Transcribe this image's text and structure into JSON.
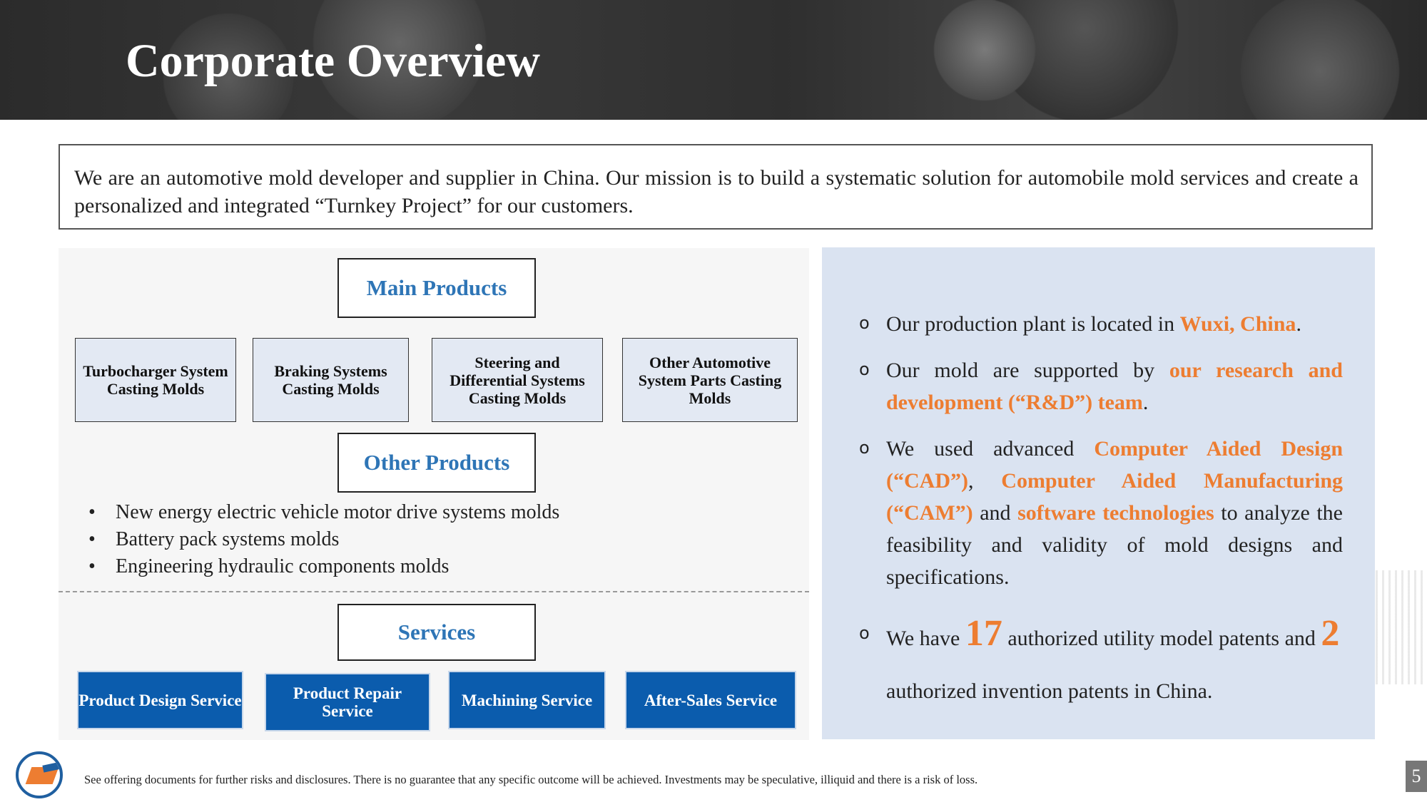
{
  "title": "Corporate Overview",
  "mission": "We are an automotive mold developer and supplier in China. Our mission is to build a systematic solution for automobile mold services and create a personalized and integrated “Turnkey Project” for our customers.",
  "main_products": {
    "heading": "Main Products",
    "items": [
      "Turbocharger System Casting Molds",
      "Braking Systems Casting Molds",
      "Steering and Differential Systems Casting Molds",
      "Other Automotive System Parts Casting Molds"
    ]
  },
  "other_products": {
    "heading": "Other Products",
    "items": [
      "New energy electric vehicle motor drive systems molds",
      "Battery pack systems molds",
      "Engineering hydraulic components molds"
    ]
  },
  "services": {
    "heading": "Services",
    "items": [
      "Product Design Service",
      "Product Repair Service",
      "Machining Service",
      "After-Sales Service"
    ]
  },
  "highlights": {
    "b1": {
      "pre": " Our production plant is located in ",
      "hl": "Wuxi, China",
      "post": "."
    },
    "b2": {
      "pre": "Our mold are supported by ",
      "hl": "our research and development (“R&D”) team",
      "post": "."
    },
    "b3": {
      "pre": "We used advanced ",
      "hl1": "Computer Aided Design (“CAD”)",
      "mid1": ", ",
      "hl2": "Computer Aided Manufacturing (“CAM”)",
      "mid2": " and ",
      "hl3": "software technologies",
      "post": " to analyze the feasibility and validity of mold designs and specifications."
    },
    "b4": {
      "pre": "We have ",
      "num1": "17",
      "mid": " authorized utility model patents and ",
      "num2": "2",
      "post": " authorized invention patents in China."
    }
  },
  "footer": {
    "disclaimer": "See offering documents for further risks and disclosures. There is no guarantee that any specific outcome will be achieved. Investments may be speculative, illiquid and there is a risk of loss.",
    "page_number": "5"
  },
  "colors": {
    "accent_orange": "#ed7d31",
    "heading_blue": "#2e75b6",
    "service_blue": "#0b5cad",
    "panel_blue": "#dae3f1"
  }
}
